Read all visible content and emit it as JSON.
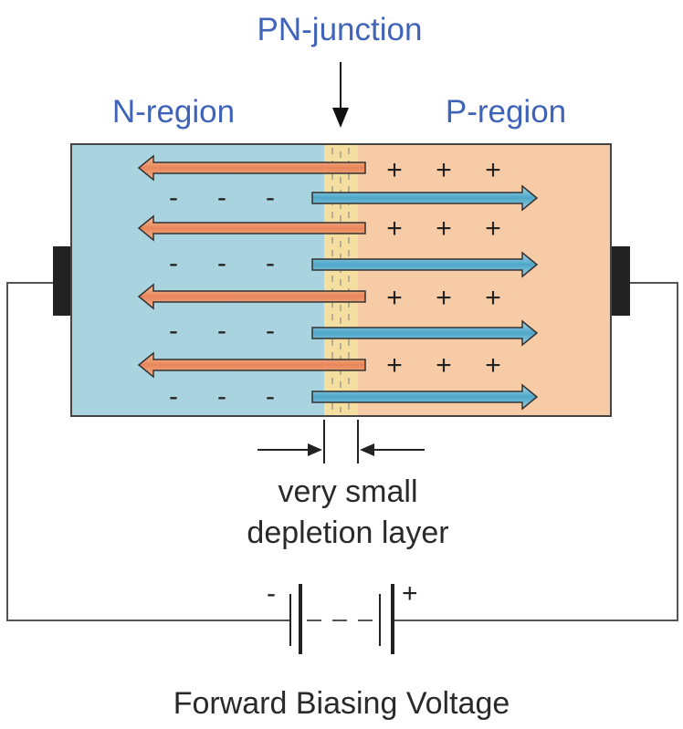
{
  "labels": {
    "junction": "PN-junction",
    "n_region": "N-region",
    "p_region": "P-region",
    "depletion_line1": "very small",
    "depletion_line2": "depletion layer",
    "bias_title": "Forward Biasing Voltage",
    "battery_neg": "-",
    "battery_pos": "+"
  },
  "charges": {
    "n_rows": [
      [
        "-",
        "-",
        "-"
      ],
      [
        "-",
        "-",
        "-"
      ],
      [
        "-",
        "-",
        "-"
      ],
      [
        "-",
        "-",
        "-"
      ]
    ],
    "p_rows": [
      [
        "+",
        "+",
        "+"
      ],
      [
        "+",
        "+",
        "+"
      ],
      [
        "+",
        "+",
        "+"
      ],
      [
        "+",
        "+",
        "+"
      ]
    ]
  },
  "colors": {
    "n_region": "#a9d3de",
    "p_region": "#f7cba6",
    "depletion": "#f4dfa0",
    "orange_arrow": "#f0a070",
    "blue_arrow": "#6fb8d2",
    "label_blue": "#3f63b8",
    "wire": "#555555",
    "terminal": "#222222"
  }
}
